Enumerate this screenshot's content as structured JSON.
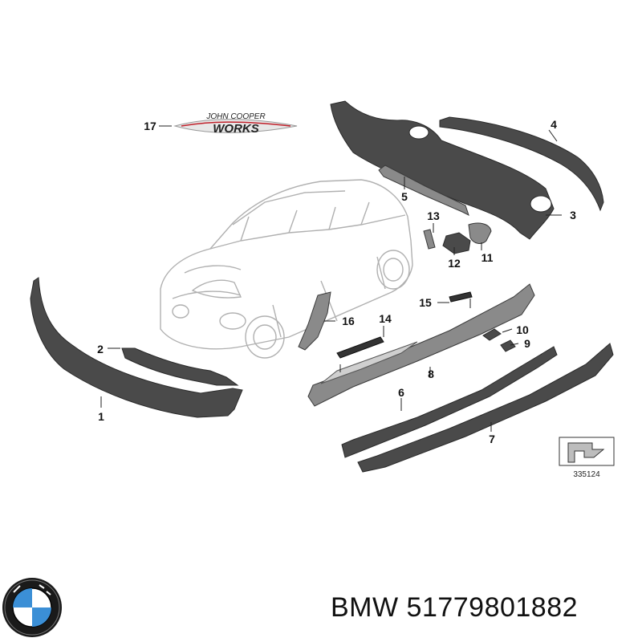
{
  "callouts": [
    "1",
    "2",
    "3",
    "4",
    "5",
    "6",
    "7",
    "8",
    "9",
    "10",
    "11",
    "12",
    "13",
    "14",
    "15",
    "16",
    "17"
  ],
  "emblem_text": {
    "line1": "JOHN COOPER",
    "line2": "WORKS"
  },
  "reference_number": "335124",
  "footer": {
    "brand_logo": "BMW roundel",
    "brand": "BMW",
    "part_number": "51779801882",
    "caption": "BMW 51779801882"
  },
  "colors": {
    "part": "#4a4a4a",
    "outline": "#b0b0b0",
    "emblem_accent": "#c0202a",
    "logo_blue": "#3b8fd6"
  }
}
